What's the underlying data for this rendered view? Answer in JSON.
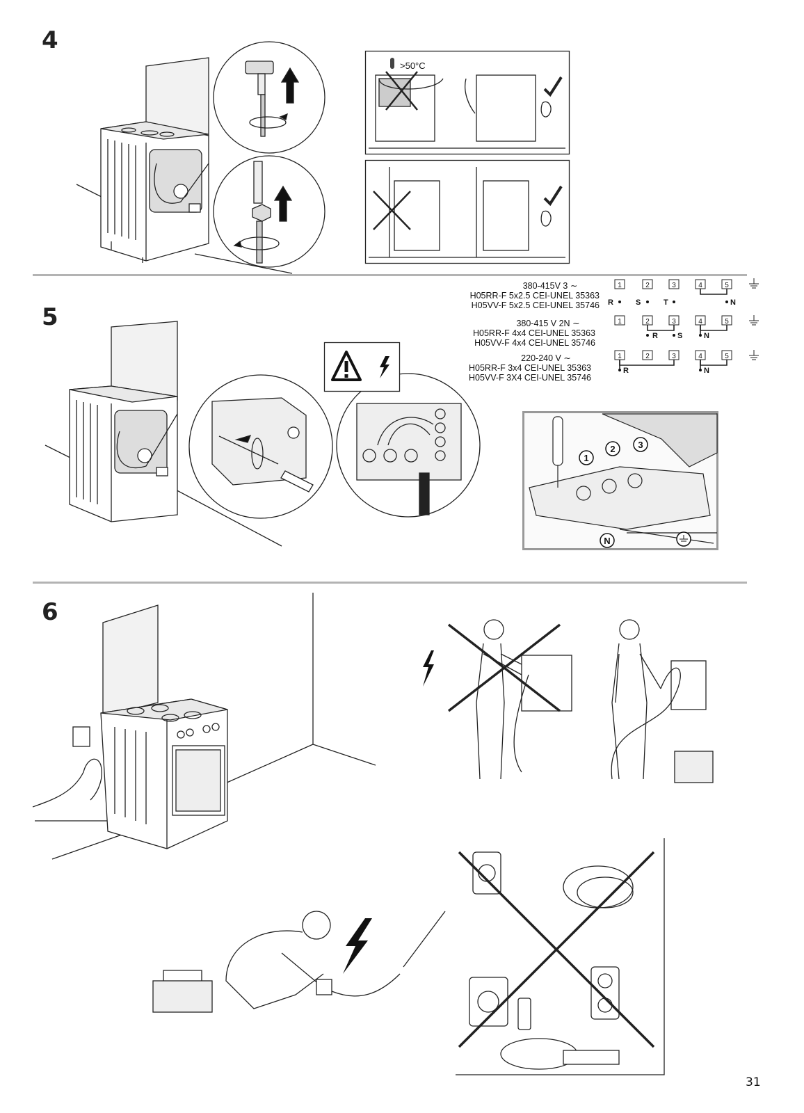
{
  "steps": {
    "step4": "4",
    "step5": "5",
    "step6": "6"
  },
  "step4": {
    "temp_warning": ">50°C"
  },
  "step5": {
    "specs": [
      {
        "voltage": "380-415V 3",
        "cable1": "H05RR-F 5x2.5 CEI-UNEL 35363",
        "cable2": "H05VV-F 5x2.5 CEI-UNEL 35746"
      },
      {
        "voltage": "380-415 V 2N",
        "cable1": "H05RR-F 4x4 CEI-UNEL 35363",
        "cable2": "H05VV-F 4x4 CEI-UNEL 35746"
      },
      {
        "voltage": "220-240 V",
        "cable1": "H05RR-F 3x4 CEI-UNEL 35363",
        "cable2": "H05VV-F 3X4 CEI-UNEL 35746"
      }
    ],
    "terminals": [
      "1",
      "2",
      "3",
      "4",
      "5"
    ],
    "labels": {
      "R": "R",
      "S": "S",
      "T": "T",
      "N": "N"
    },
    "callouts": [
      "1",
      "2",
      "3"
    ],
    "neutral": "N"
  },
  "page_number": "31"
}
